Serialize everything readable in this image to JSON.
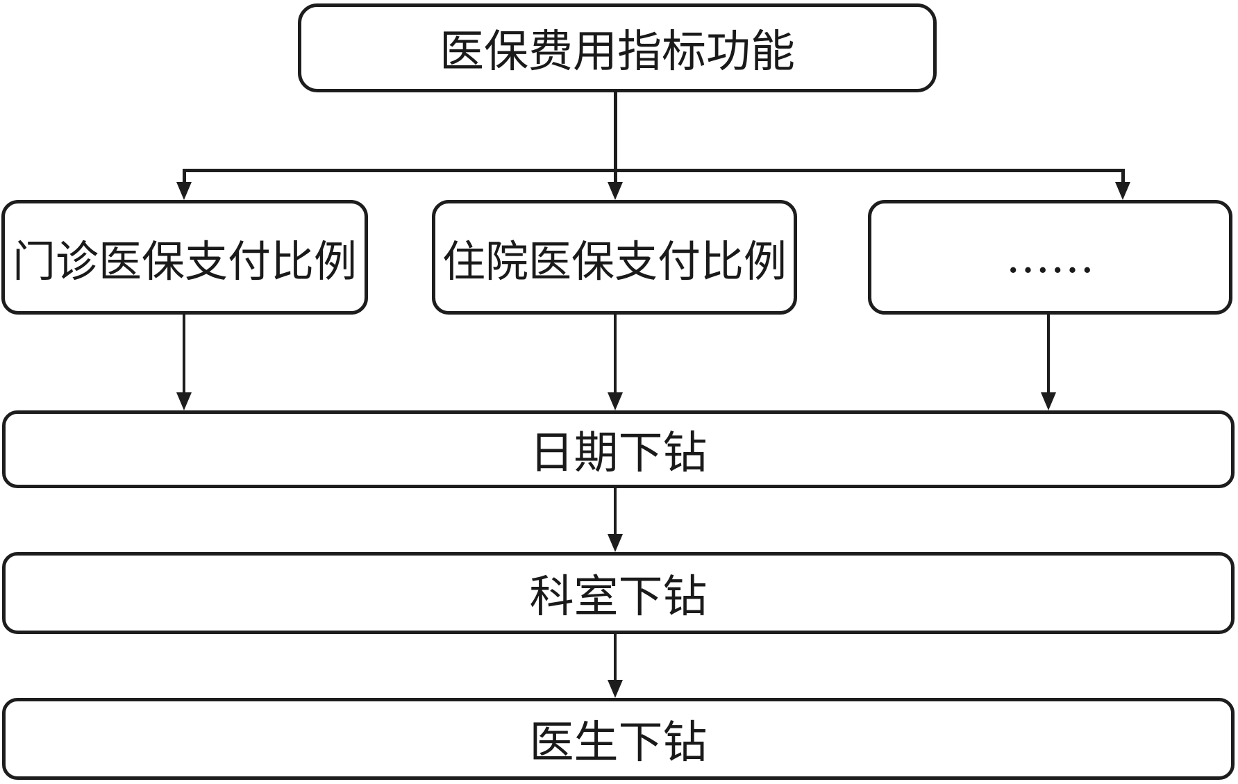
{
  "diagram": {
    "root": {
      "label": "医保费用指标功能"
    },
    "branches": [
      {
        "label": "门诊医保支付比例"
      },
      {
        "label": "住院医保支付比例"
      },
      {
        "label": "……"
      }
    ],
    "drills": [
      {
        "label": "日期下钻"
      },
      {
        "label": "科室下钻"
      },
      {
        "label": "医生下钻"
      }
    ],
    "colors": {
      "line": "#1d1d1d",
      "background": "#ffffff",
      "text": "#1a1a1a"
    }
  }
}
